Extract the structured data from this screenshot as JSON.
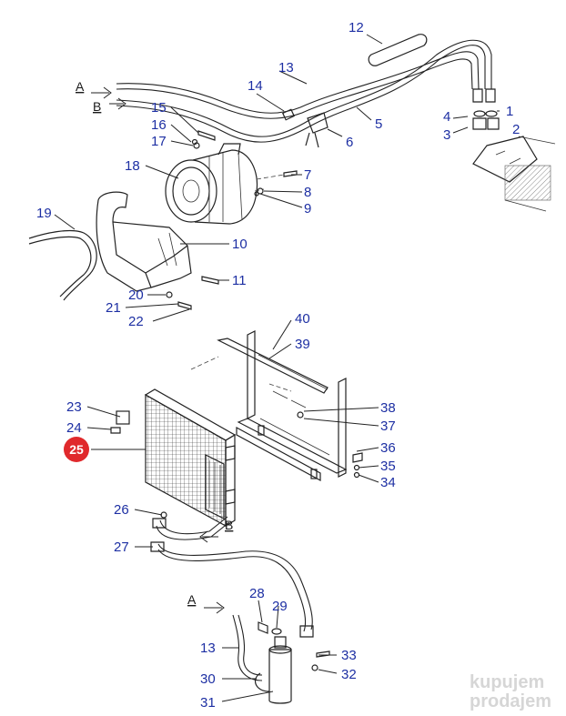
{
  "diagram": {
    "callouts": [
      "1",
      "2",
      "3",
      "4",
      "5",
      "6",
      "7",
      "8",
      "9",
      "10",
      "11",
      "12",
      "13",
      "14",
      "15",
      "16",
      "17",
      "18",
      "19",
      "20",
      "21",
      "22",
      "23",
      "24",
      "26",
      "27",
      "28",
      "29",
      "13",
      "30",
      "31",
      "32",
      "33",
      "34",
      "35",
      "36",
      "37",
      "38",
      "39",
      "40"
    ],
    "highlighted_callout": "25",
    "flow_labels": {
      "a_top": "A",
      "b_top": "B",
      "b_mid": "B",
      "a_bottom": "A"
    },
    "colors": {
      "callout_text": "#1d2fa3",
      "highlight_fill": "#e0292c",
      "line": "#222222"
    }
  },
  "watermark": {
    "line1": "kupujem",
    "line2": "prodajem"
  }
}
